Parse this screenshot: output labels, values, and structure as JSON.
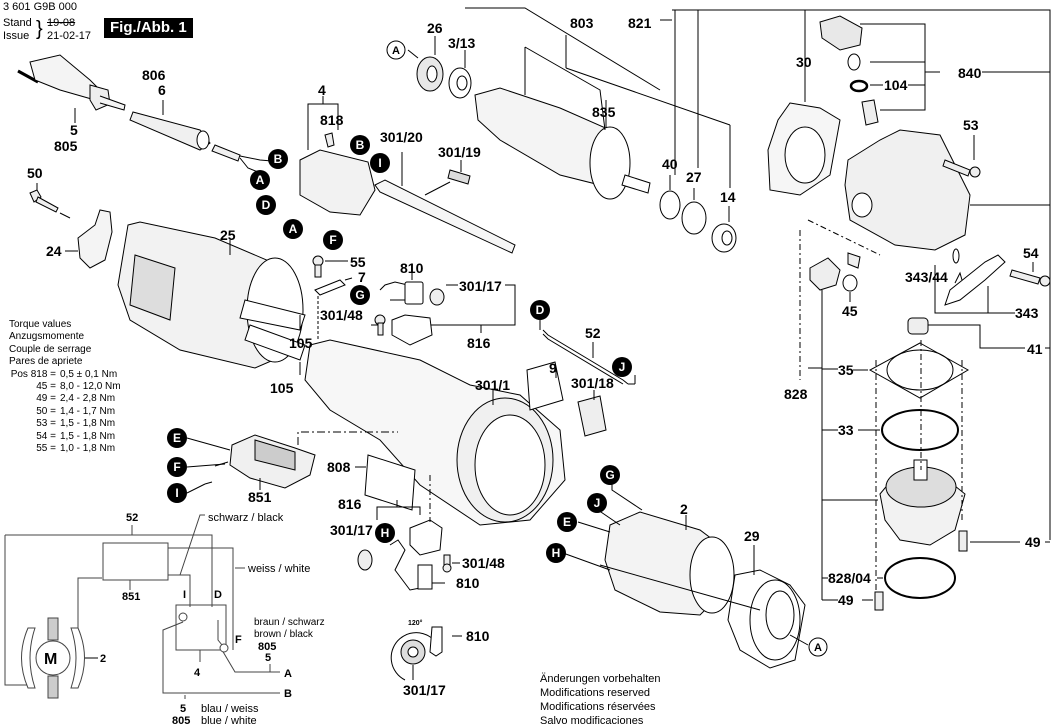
{
  "header": {
    "doc_number": "3 601 G9B 000",
    "stand_label": "Stand",
    "issue_label": "Issue",
    "stand_value_struck": "19-08",
    "issue_value": "21-02-17",
    "figure_label": "Fig./Abb. 1"
  },
  "torque": {
    "titles": [
      "Torque values",
      "Anzugsmomente",
      "Couple de serrage",
      "Pares de apriete"
    ],
    "rows": [
      {
        "pos": "Pos 818 =",
        "value": "0,5 ± 0,1 Nm"
      },
      {
        "pos": "45 =",
        "value": "8,0 - 12,0 Nm"
      },
      {
        "pos": "49 =",
        "value": "2,4 - 2,8 Nm"
      },
      {
        "pos": "50 =",
        "value": "1,4 - 1,7 Nm"
      },
      {
        "pos": "53 =",
        "value": "1,5 - 1,8 Nm"
      },
      {
        "pos": "54 =",
        "value": "1,5 - 1,8 Nm"
      },
      {
        "pos": "55 =",
        "value": "1,0 - 1,8 Nm"
      }
    ]
  },
  "notes": [
    "Änderungen vorbehalten",
    "Modifications reserved",
    "Modifications réservées",
    "Salvo modificaciones"
  ],
  "part_labels": {
    "p26": "26",
    "p3_13": "3/13",
    "p803": "803",
    "p835": "835",
    "p821": "821",
    "p40": "40",
    "p27": "27",
    "p14": "14",
    "p30": "30",
    "p840": "840",
    "p104": "104",
    "p53": "53",
    "p54": "54",
    "p343_44": "343/44",
    "p343": "343",
    "p45": "45",
    "p41": "41",
    "p35": "35",
    "p828": "828",
    "p33": "33",
    "p49a": "49",
    "p828_04": "828/04",
    "p49b": "49",
    "p806": "806",
    "p6": "6",
    "p5": "5",
    "p805": "805",
    "p4": "4",
    "p818": "818",
    "p50": "50",
    "p24": "24",
    "p25": "25",
    "p105a": "105",
    "p105b": "105",
    "p301_20": "301/20",
    "p301_19": "301/19",
    "p55": "55",
    "p7": "7",
    "p810a": "810",
    "p301_17a": "301/17",
    "p301_48a": "301/48",
    "p816a": "816",
    "p52": "52",
    "p9": "9",
    "p301_1": "301/1",
    "p301_18": "301/18",
    "p808": "808",
    "p851": "851",
    "p816b": "816",
    "p301_17b": "301/17",
    "p301_48b": "301/48",
    "p810b": "810",
    "p810c": "810",
    "p301_17c": "301/17",
    "p2": "2",
    "p29": "29",
    "angle": "120°"
  },
  "connectors": {
    "A": "A",
    "B": "B",
    "D": "D",
    "E": "E",
    "F": "F",
    "G": "G",
    "H": "H",
    "I": "I",
    "J": "J"
  },
  "wiring": {
    "cable_52": "52",
    "black": "schwarz / black",
    "white": "weiss / white",
    "module_851": "851",
    "motor": "M",
    "stator_2": "2",
    "switch_4": "4",
    "term_I": "I",
    "term_D": "D",
    "term_F": "F",
    "brown_de": "braun / schwarz",
    "brown_en": "brown / black",
    "brown_805": "805",
    "brown_5": "5",
    "out_A": "A",
    "out_B": "B",
    "blue_5": "5",
    "blue_805": "805",
    "blue_de": "blau / weiss",
    "blue_en": "blue / white"
  }
}
